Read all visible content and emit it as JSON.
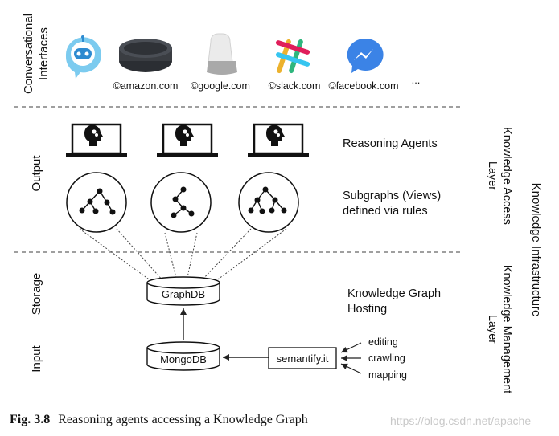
{
  "sections": {
    "conversational": "Conversational Interfaces",
    "conversational_line1": "Conversational",
    "conversational_line2": "Interfaces",
    "output": "Output",
    "storage": "Storage",
    "input": "Input"
  },
  "interfaces": {
    "items": [
      {
        "icon": "chatbot-icon",
        "label": ""
      },
      {
        "icon": "amazon-echo-icon",
        "label": "©amazon.com"
      },
      {
        "icon": "google-home-icon",
        "label": "©google.com"
      },
      {
        "icon": "slack-icon",
        "label": "©slack.com"
      },
      {
        "icon": "messenger-icon",
        "label": "©facebook.com"
      }
    ],
    "more": "..."
  },
  "output": {
    "agents_label": "Reasoning Agents",
    "subgraphs_line1": "Subgraphs (Views)",
    "subgraphs_line2": "defined via rules"
  },
  "storage": {
    "graphdb": "GraphDB",
    "hosting_line1": "Knowledge Graph",
    "hosting_line2": "Hosting"
  },
  "input": {
    "mongodb": "MongoDB",
    "semantify": "semantify.it",
    "sources": [
      "editing",
      "crawling",
      "mapping"
    ]
  },
  "layers": {
    "access_line1": "Knowledge Access",
    "access_line2": "Layer",
    "management_line1": "Knowledge Management",
    "management_line2": "Layer",
    "infrastructure": "Knowledge Infrastructure"
  },
  "caption": {
    "figure": "Fig. 3.8",
    "text": "Reasoning agents accessing a Knowledge Graph"
  },
  "watermark": "https://blog.csdn.net/apache",
  "colors": {
    "line": "#222222",
    "dash": "#555555",
    "echo": "#3a3d42",
    "home_top": "#e6e6e6",
    "home_base": "#a9a9a9",
    "messenger": "#3b83e6",
    "slack": [
      "#e01e5a",
      "#36c5f0",
      "#2eb67d",
      "#ecb22e"
    ],
    "chatbot": "#46b3e6"
  }
}
